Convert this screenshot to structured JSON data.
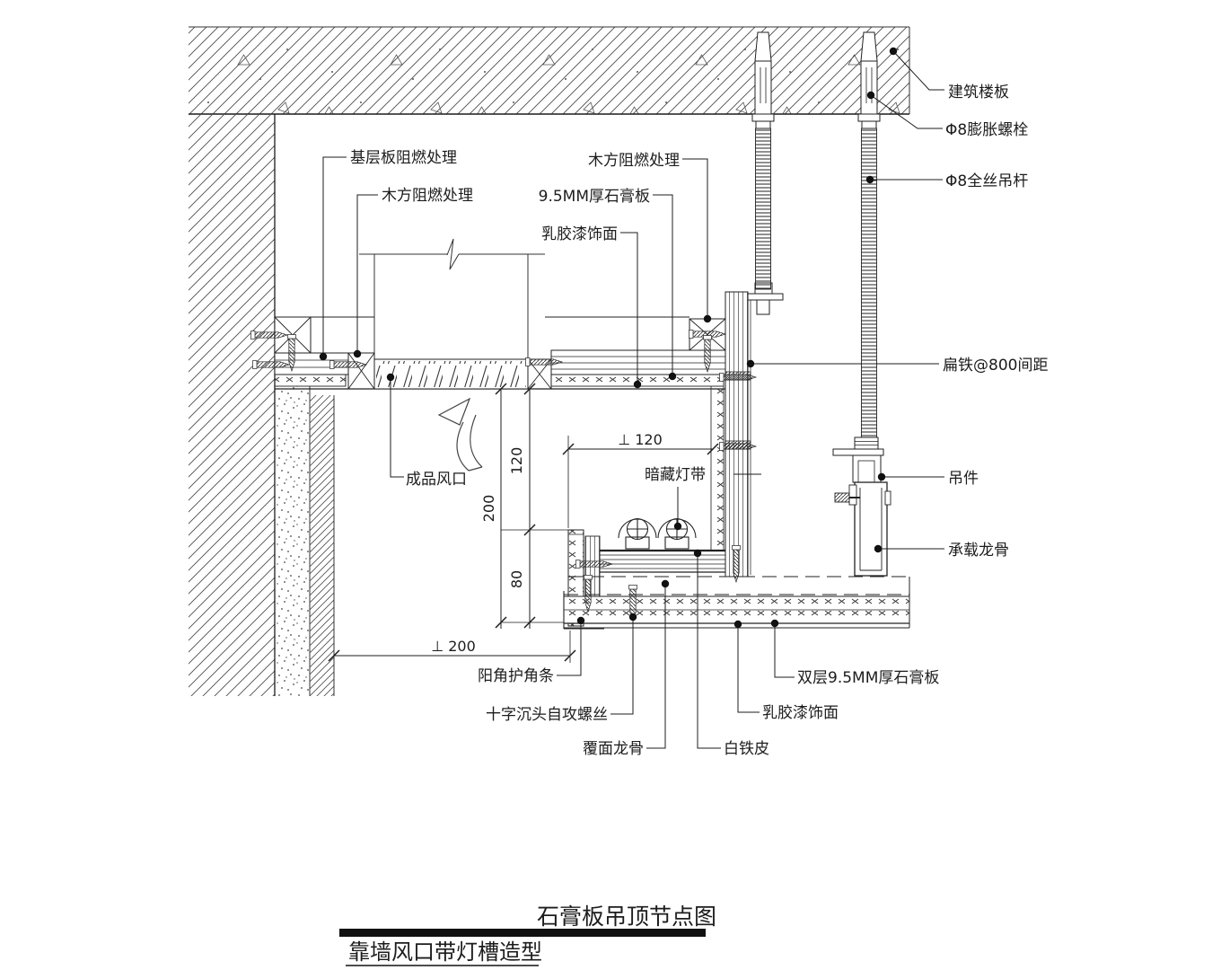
{
  "title_block": {
    "title": "石膏板吊顶节点图",
    "subtitle": "靠墙风口带灯槽造型"
  },
  "labels": {
    "building_slab": "建筑楼板",
    "expansion_bolt": "Φ8膨胀螺栓",
    "hanger_rod": "Φ8全丝吊杆",
    "flat_iron": "扁铁@800间距",
    "hanger_part": "吊件",
    "load_bearing_keel": "承载龙骨",
    "base_board_fire": "基层板阻燃处理",
    "wood_fire_left": "木方阻燃处理",
    "wood_fire_right": "木方阻燃处理",
    "gypsum_board": "9.5MM厚石膏板",
    "latex_paint_top": "乳胶漆饰面",
    "finished_vent": "成品风口",
    "hidden_light": "暗藏灯带",
    "corner_bead": "阳角护角条",
    "tapping_screw": "十字沉头自攻螺丝",
    "cover_keel": "覆面龙骨",
    "white_iron": "白铁皮",
    "latex_paint_bottom": "乳胶漆饰面",
    "double_gypsum": "双层9.5MM厚石膏板"
  },
  "dimensions": {
    "v_total": "200",
    "v_upper": "120",
    "v_lower": "80",
    "h_slot": "⊥ 120",
    "h_offset": "⊥ 200"
  },
  "colors": {
    "line": "#1c1c1c",
    "bg": "#ffffff"
  }
}
